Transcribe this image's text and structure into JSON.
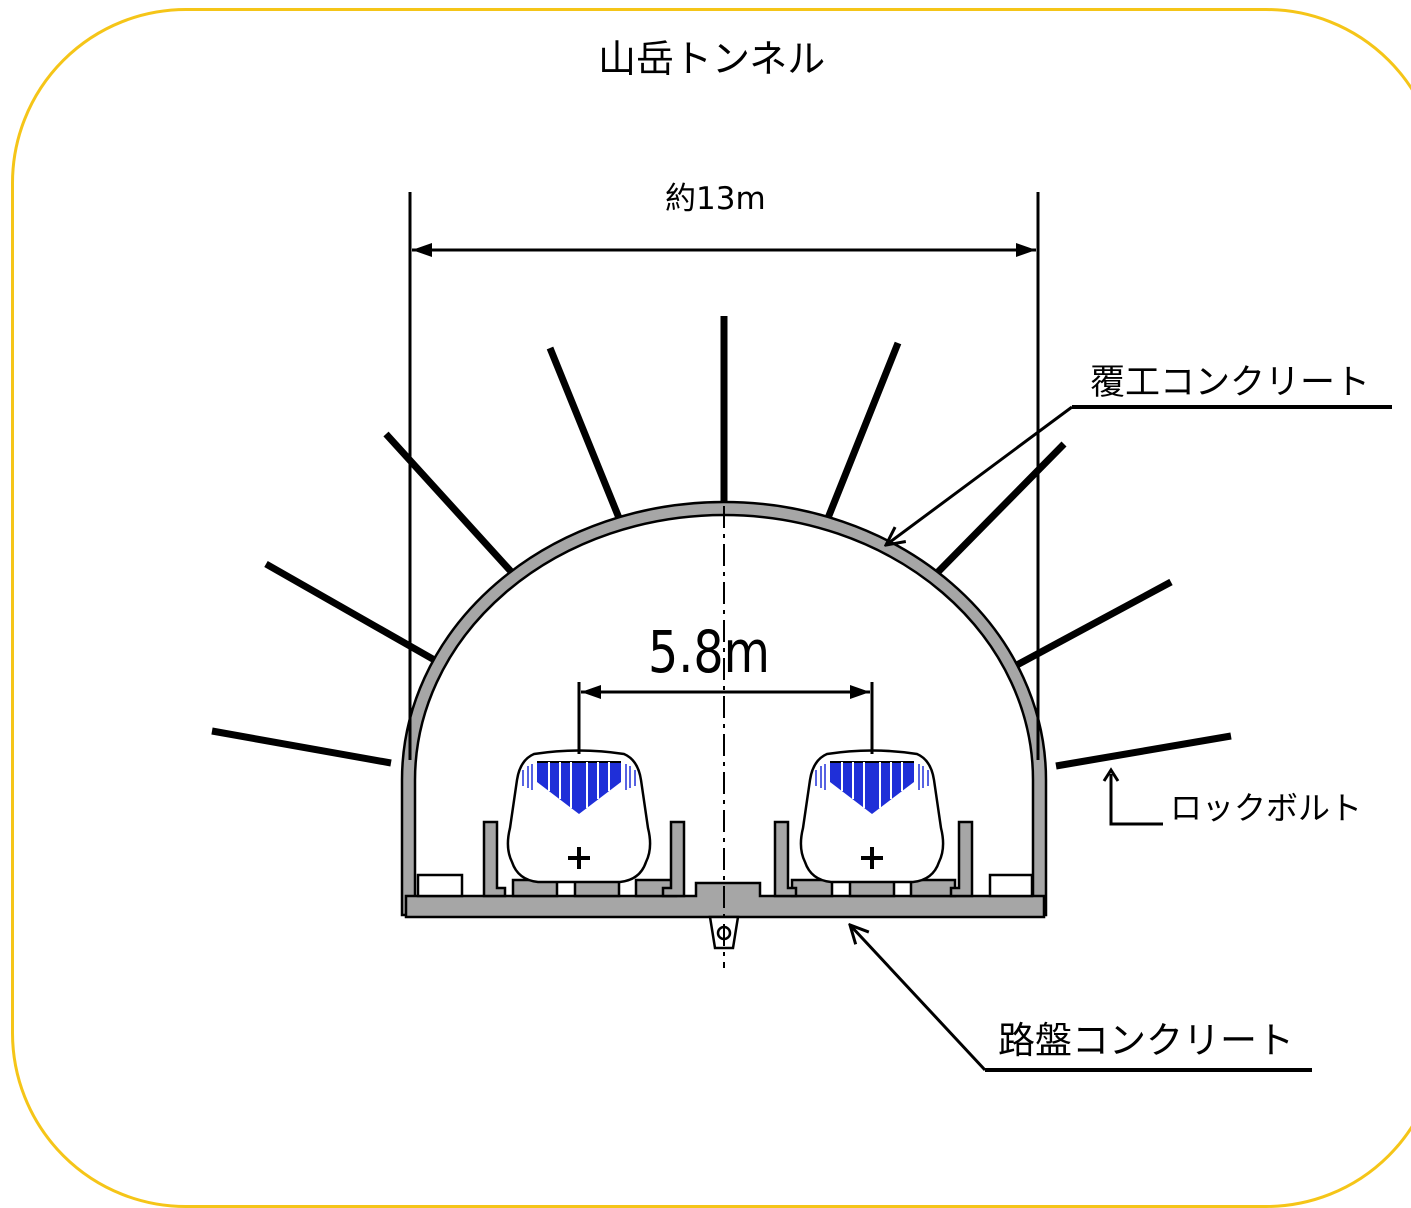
{
  "title": "山岳トンネル",
  "dimensions": {
    "tunnel_width": "約13m",
    "track_spacing": "5.8m"
  },
  "callouts": {
    "lining": "覆工コンクリート",
    "rock_bolt": "ロックボルト",
    "roadbed": "路盤コンクリート"
  },
  "colors": {
    "frame": "#f5c518",
    "concrete": "#a6a6a6",
    "train_stripe": "#1f2fd8",
    "line": "#000000"
  }
}
